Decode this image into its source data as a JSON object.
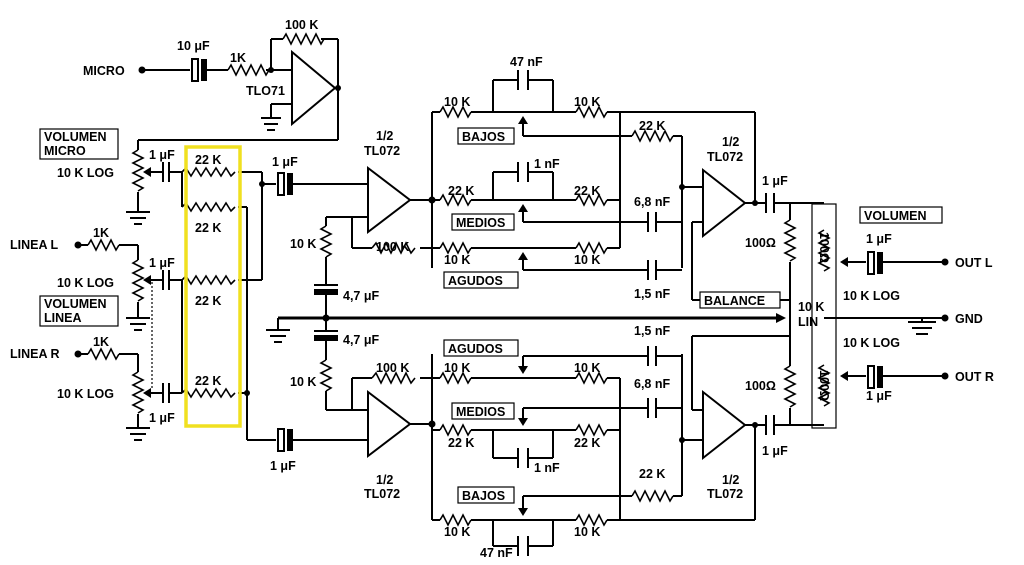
{
  "diagram": {
    "inputs": {
      "micro": "MICRO",
      "linea_l": "LINEA L",
      "linea_r": "LINEA R"
    },
    "outputs": {
      "out_l": "OUT L",
      "out_r": "OUT R",
      "gnd": "GND"
    },
    "panels": {
      "volumen_micro": [
        "VOLUMEN",
        "MICRO"
      ],
      "volumen_linea": [
        "VOLUMEN",
        "LINEA"
      ],
      "volumen_out": "VOLUMEN",
      "balance": "BALANCE",
      "bajos": "BAJOS",
      "medios": "MEDIOS",
      "agudos": "AGUDOS"
    },
    "opamps": {
      "mic": "TLO71",
      "half_num": "1/2",
      "part": "TL072"
    },
    "pots": {
      "log10k": "10 K LOG",
      "bal_a": "10 K",
      "bal_b": "LIN"
    },
    "values": {
      "r100k": "100 K",
      "r22k": "22 K",
      "r10k": "10 K",
      "r1k": "1K",
      "r100ohm": "100Ω",
      "c10u": "10 μF",
      "c1u": "1 μF",
      "c47u": "4,7 μF",
      "c47n": "47 nF",
      "c1n": "1 nF",
      "c68n": "6,8 nF",
      "c15n": "1,5 nF",
      "r100ohm_v": "100Ω"
    }
  }
}
